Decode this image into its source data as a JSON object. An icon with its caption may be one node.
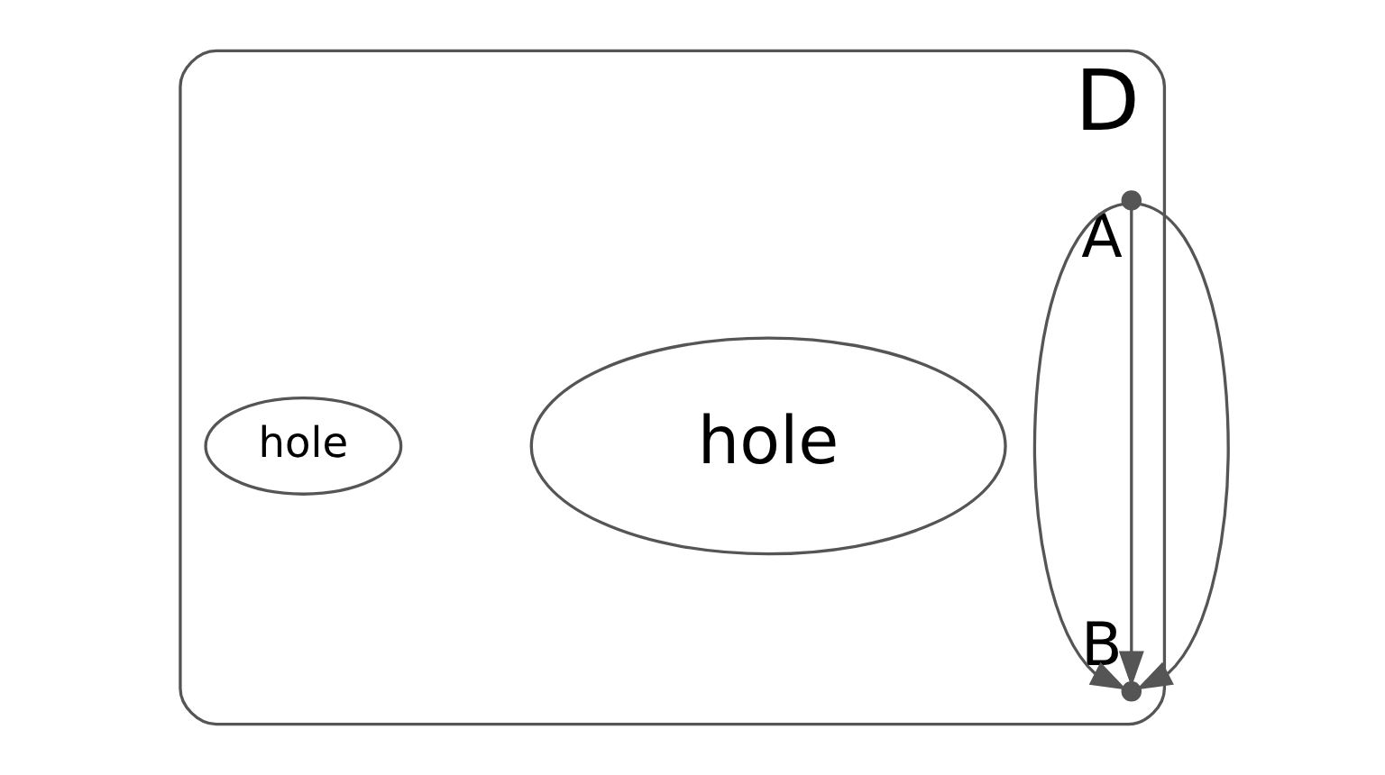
{
  "diagram": {
    "nodes": [
      {
        "text": [
          "D"
        ]
      },
      {
        "text": [],
        "shape": "circle",
        "beside": [
          "A"
        ],
        "in": 0
      },
      {
        "text": [
          "hole"
        ],
        "in": 0
      },
      {
        "text": [
          "hole"
        ],
        "in": 0
      },
      {
        "text": [],
        "shape": "circle",
        "beside": [
          "B"
        ],
        "in": 0
      }
    ],
    "edges": [
      {
        "from": 1,
        "to": 4,
        "arrow": "to"
      },
      {
        "from": 1,
        "to": 4,
        "arrow": "to"
      },
      {
        "from": 1,
        "to": 4,
        "arrow": "to"
      }
    ]
  }
}
